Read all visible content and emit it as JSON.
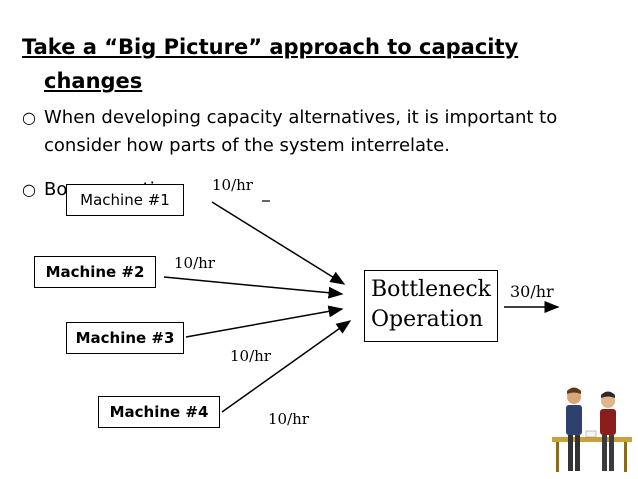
{
  "title": {
    "line1": "Take a “Big Picture” approach to capacity",
    "line2": "changes"
  },
  "bullets": [
    {
      "text": "When developing capacity alternatives, it is important to consider how parts of the system interrelate."
    },
    {
      "text": "Bo        eration"
    }
  ],
  "diagram": {
    "machines": [
      "Machine #1",
      "Machine #2",
      "Machine #3",
      "Machine #4"
    ],
    "input_rates": [
      "10/hr",
      "10/hr",
      "10/hr",
      "10/hr"
    ],
    "bottleneck": {
      "line1": "Bottleneck",
      "line2": "Operation"
    },
    "output_rate": "30/hr"
  },
  "clipart": {
    "icon": "people-at-desk-clipart"
  }
}
